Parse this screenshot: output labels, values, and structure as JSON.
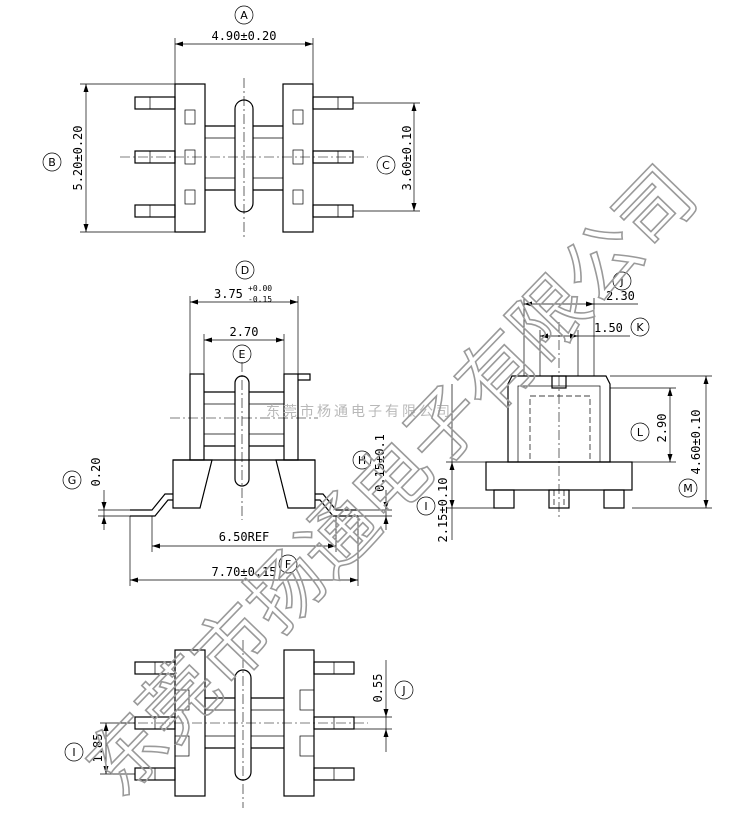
{
  "dimensions": {
    "A": {
      "callout": "A",
      "value": "4.90±0.20"
    },
    "B": {
      "callout": "B",
      "value": "5.20±0.20"
    },
    "C": {
      "callout": "C",
      "value": "3.60±0.10"
    },
    "D": {
      "callout": "D",
      "value": "3.75",
      "tol_upper": "+0.00",
      "tol_lower": "-0.15"
    },
    "E": {
      "callout": "E",
      "value": "2.70"
    },
    "G": {
      "callout": "G",
      "value": "0.20"
    },
    "H": {
      "callout": "H",
      "value": "0.15±0.1"
    },
    "REF": {
      "value": "6.50REF"
    },
    "F": {
      "callout": "F",
      "value": "7.70±0.15"
    },
    "J": {
      "callout": "J",
      "value": "2.30"
    },
    "K": {
      "callout": "K",
      "value": "1.50"
    },
    "L": {
      "callout": "L",
      "value": "2.90"
    },
    "M": {
      "callout": "M",
      "value": "4.60±0.10"
    },
    "I": {
      "callout": "I",
      "value": "2.15±0.10"
    },
    "J2": {
      "callout": "J",
      "value": "0.55"
    },
    "I2": {
      "callout": "I",
      "value": "1.85"
    }
  },
  "watermark": {
    "small": "东莞市杨通电子有限公司",
    "large": "东莞市扬通电子有限公司"
  }
}
